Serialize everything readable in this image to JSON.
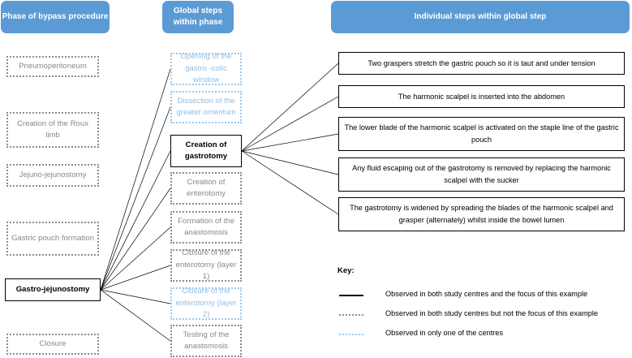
{
  "headers": {
    "phase": "Phase of bypass procedure",
    "global": "Global steps within phase",
    "individual": "Individual steps within global step"
  },
  "phases": [
    {
      "label": "Pneumoperitoneum",
      "style": "grey"
    },
    {
      "label": "Creation of the Roux limb",
      "style": "grey"
    },
    {
      "label": "Jejuno-jejunostomy",
      "style": "grey"
    },
    {
      "label": "Gastric pouch formation",
      "style": "grey"
    },
    {
      "label": "Gastro-jejunostomy",
      "style": "solid"
    },
    {
      "label": "Closure",
      "style": "grey"
    }
  ],
  "global_steps": [
    {
      "label": "Opening of the gastro -colic window",
      "style": "blue"
    },
    {
      "label": "Dissection of the greater omentum",
      "style": "blue"
    },
    {
      "label": "Creation of gastrotomy",
      "style": "solid"
    },
    {
      "label": "Creation of enterotomy",
      "style": "grey"
    },
    {
      "label": "Formation of the anastomosis",
      "style": "grey"
    },
    {
      "label": "Closure of the enterotomy (layer 1)",
      "style": "grey"
    },
    {
      "label": "Closure of the enterotomy (layer 2)",
      "style": "blue"
    },
    {
      "label": "Testing of the anastomosis",
      "style": "grey"
    }
  ],
  "individual_steps": [
    "Two graspers stretch the gastric pouch so it is taut and under tension",
    "The harmonic scalpel is inserted into the abdomen",
    "The lower blade of the harmonic scalpel is activated on the staple line of the gastric pouch",
    "Any fluid escaping out of the gastrotomy is removed by replacing the harmonic scalpel with the sucker",
    "The gastrotomy is widened by spreading the blades of the harmonic scalpel and grasper (alternately) whilst inside the bowel lumen"
  ],
  "key": {
    "title": "Key:",
    "items": [
      {
        "style": "solid",
        "label": "Observed in both study centres and the focus of this example"
      },
      {
        "style": "grey",
        "label": "Observed in both study centres but not the focus of this example"
      },
      {
        "style": "blue",
        "label": "Observed in only one of the centres"
      }
    ]
  },
  "colors": {
    "header": "#5b9bd5",
    "solid": "#000000",
    "grey_dotted": "#8c8c8c",
    "blue_dotted": "#9ec8ec"
  }
}
